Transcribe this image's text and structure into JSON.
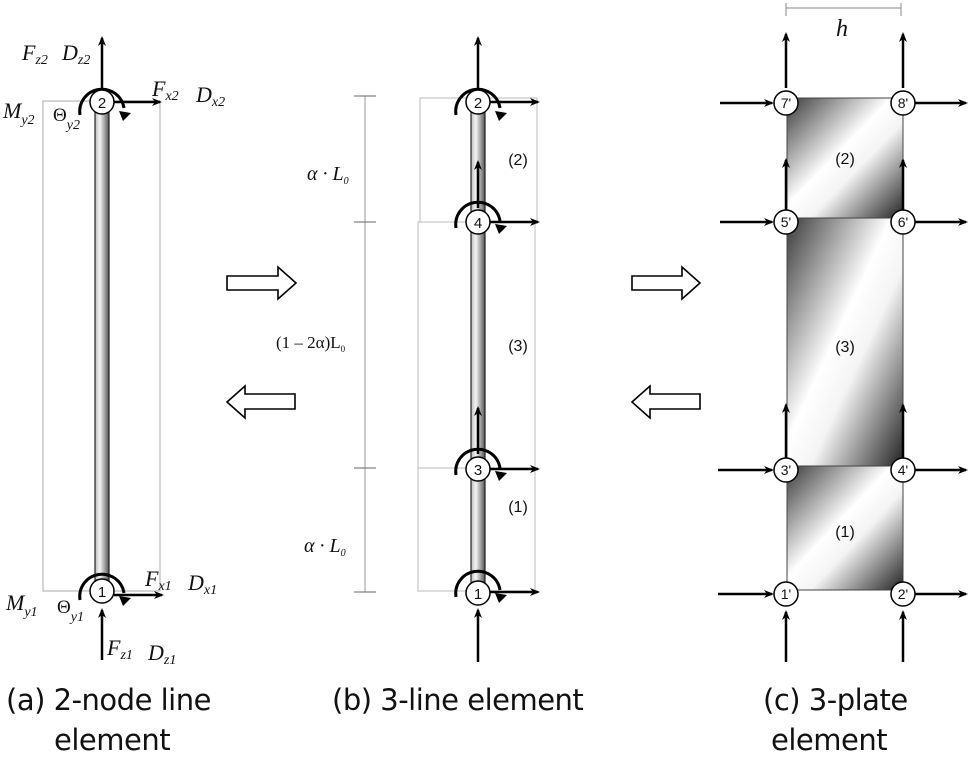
{
  "panel_a": {
    "caption_line1": "(a) 2-node line",
    "caption_line2": "element",
    "top_node": "2",
    "bottom_node": "1",
    "labels": {
      "Fz2": "F",
      "Fz2_sub": "z2",
      "Dz2": "D",
      "Dz2_sub": "z2",
      "Fx2": "F",
      "Fx2_sub": "x2",
      "Dx2": "D",
      "Dx2_sub": "x2",
      "My2": "M",
      "My2_sub": "y2",
      "Ty2": "Θ",
      "Ty2_sub": "y2",
      "Fx1": "F",
      "Fx1_sub": "x1",
      "Dx1": "D",
      "Dx1_sub": "x1",
      "My1": "M",
      "My1_sub": "y1",
      "Ty1": "Θ",
      "Ty1_sub": "y1",
      "Fz1": "F",
      "Fz1_sub": "z1",
      "Dz1": "D",
      "Dz1_sub": "z1"
    }
  },
  "panel_b": {
    "caption": "(b) 3-line element",
    "nodes": [
      "2",
      "4",
      "3",
      "1"
    ],
    "segments": [
      "(2)",
      "(3)",
      "(1)"
    ],
    "dim_top": "α · L",
    "dim_top_sub": "0",
    "dim_mid": "(1 – 2α)L",
    "dim_mid_sub": "0",
    "dim_bot": "α · L",
    "dim_bot_sub": "0"
  },
  "panel_c": {
    "caption_line1": "(c) 3-plate",
    "caption_line2": "element",
    "width_label": "h",
    "nodes": [
      "7'",
      "8'",
      "5'",
      "6'",
      "3'",
      "4'",
      "1'",
      "2'"
    ],
    "plates": [
      "(2)",
      "(3)",
      "(1)"
    ]
  },
  "transform_arrows": {
    "right": "arrow-right",
    "left": "arrow-left"
  }
}
